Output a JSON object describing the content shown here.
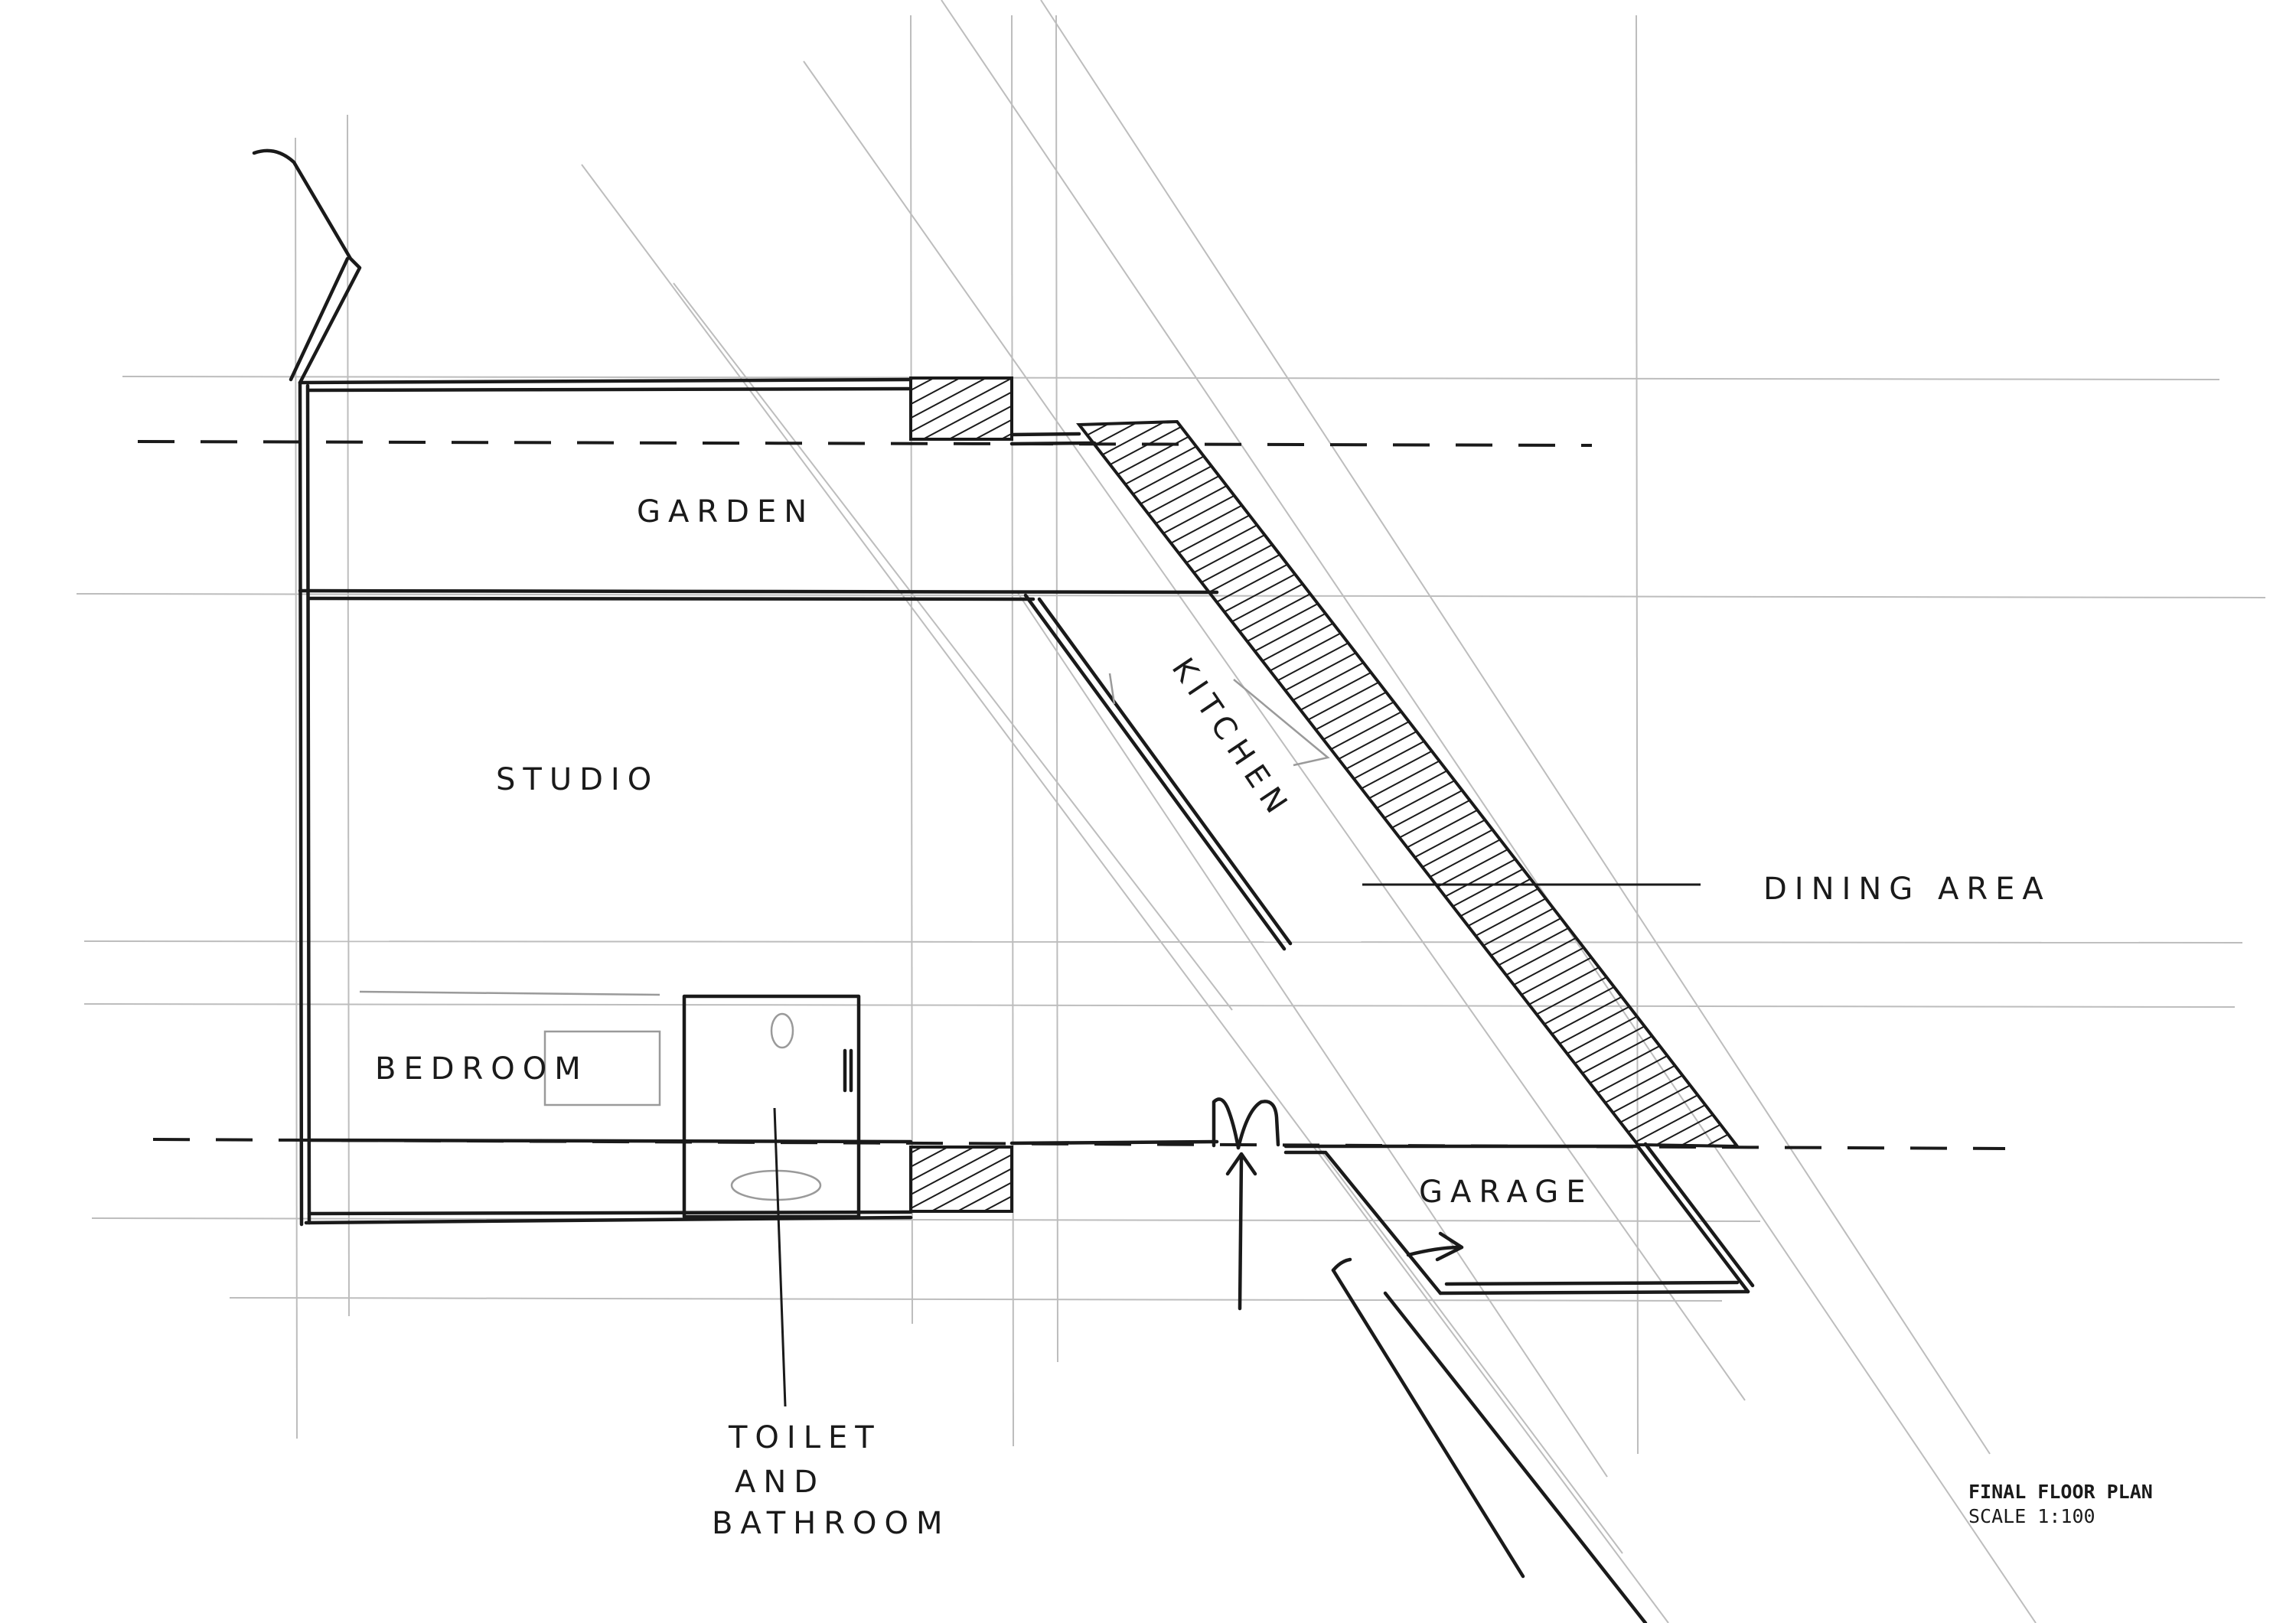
{
  "labels": {
    "garden": "GARDEN",
    "studio": "STUDIO",
    "kitchen": "KITCHEN",
    "dining_area": "DINING AREA",
    "bedroom": "BEDROOM",
    "garage": "GARAGE",
    "toilet_line1": "TOILET",
    "toilet_line2": "AND",
    "toilet_line3": "BATHROOM"
  },
  "title_block": {
    "title": "FINAL FLOOR PLAN",
    "scale": "SCALE 1:100"
  },
  "colors": {
    "ink": "#1a1a1a",
    "guide": "#bdbdbd",
    "paper": "#ffffff"
  }
}
